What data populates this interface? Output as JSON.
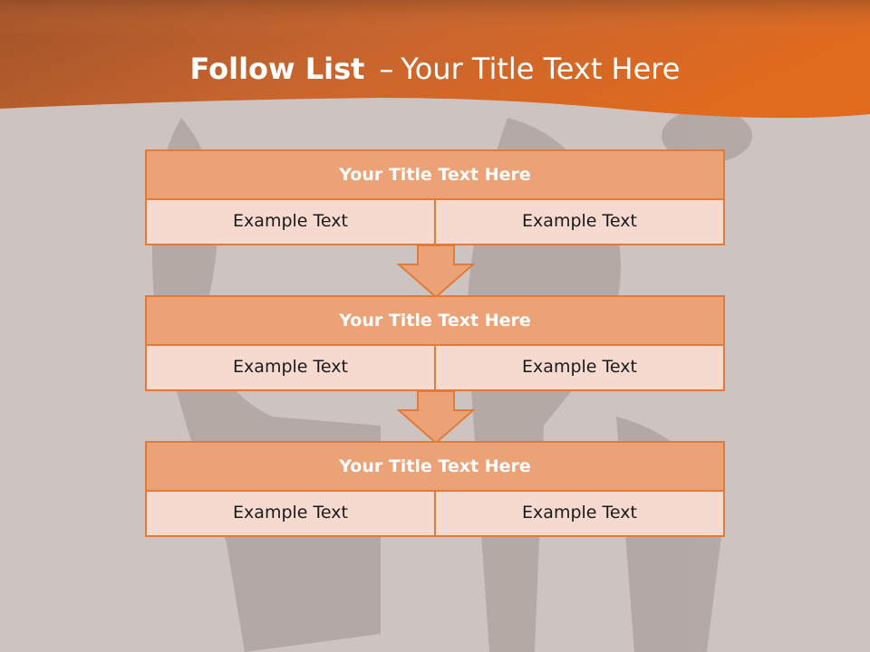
{
  "slide": {
    "title_bold": "Follow List",
    "title_dash": "–",
    "title_rest": "Your Title Text Here"
  },
  "blocks": [
    {
      "title": "Your Title Text Here",
      "left": "Example Text",
      "right": "Example Text"
    },
    {
      "title": "Your Title Text Here",
      "left": "Example Text",
      "right": "Example Text"
    },
    {
      "title": "Your Title Text Here",
      "left": "Example Text",
      "right": "Example Text"
    }
  ],
  "colors": {
    "accent": "#e07b3c",
    "header_fill": "#eca277",
    "cell_fill": "#f6d9cf",
    "background": "#cdc4c1"
  }
}
